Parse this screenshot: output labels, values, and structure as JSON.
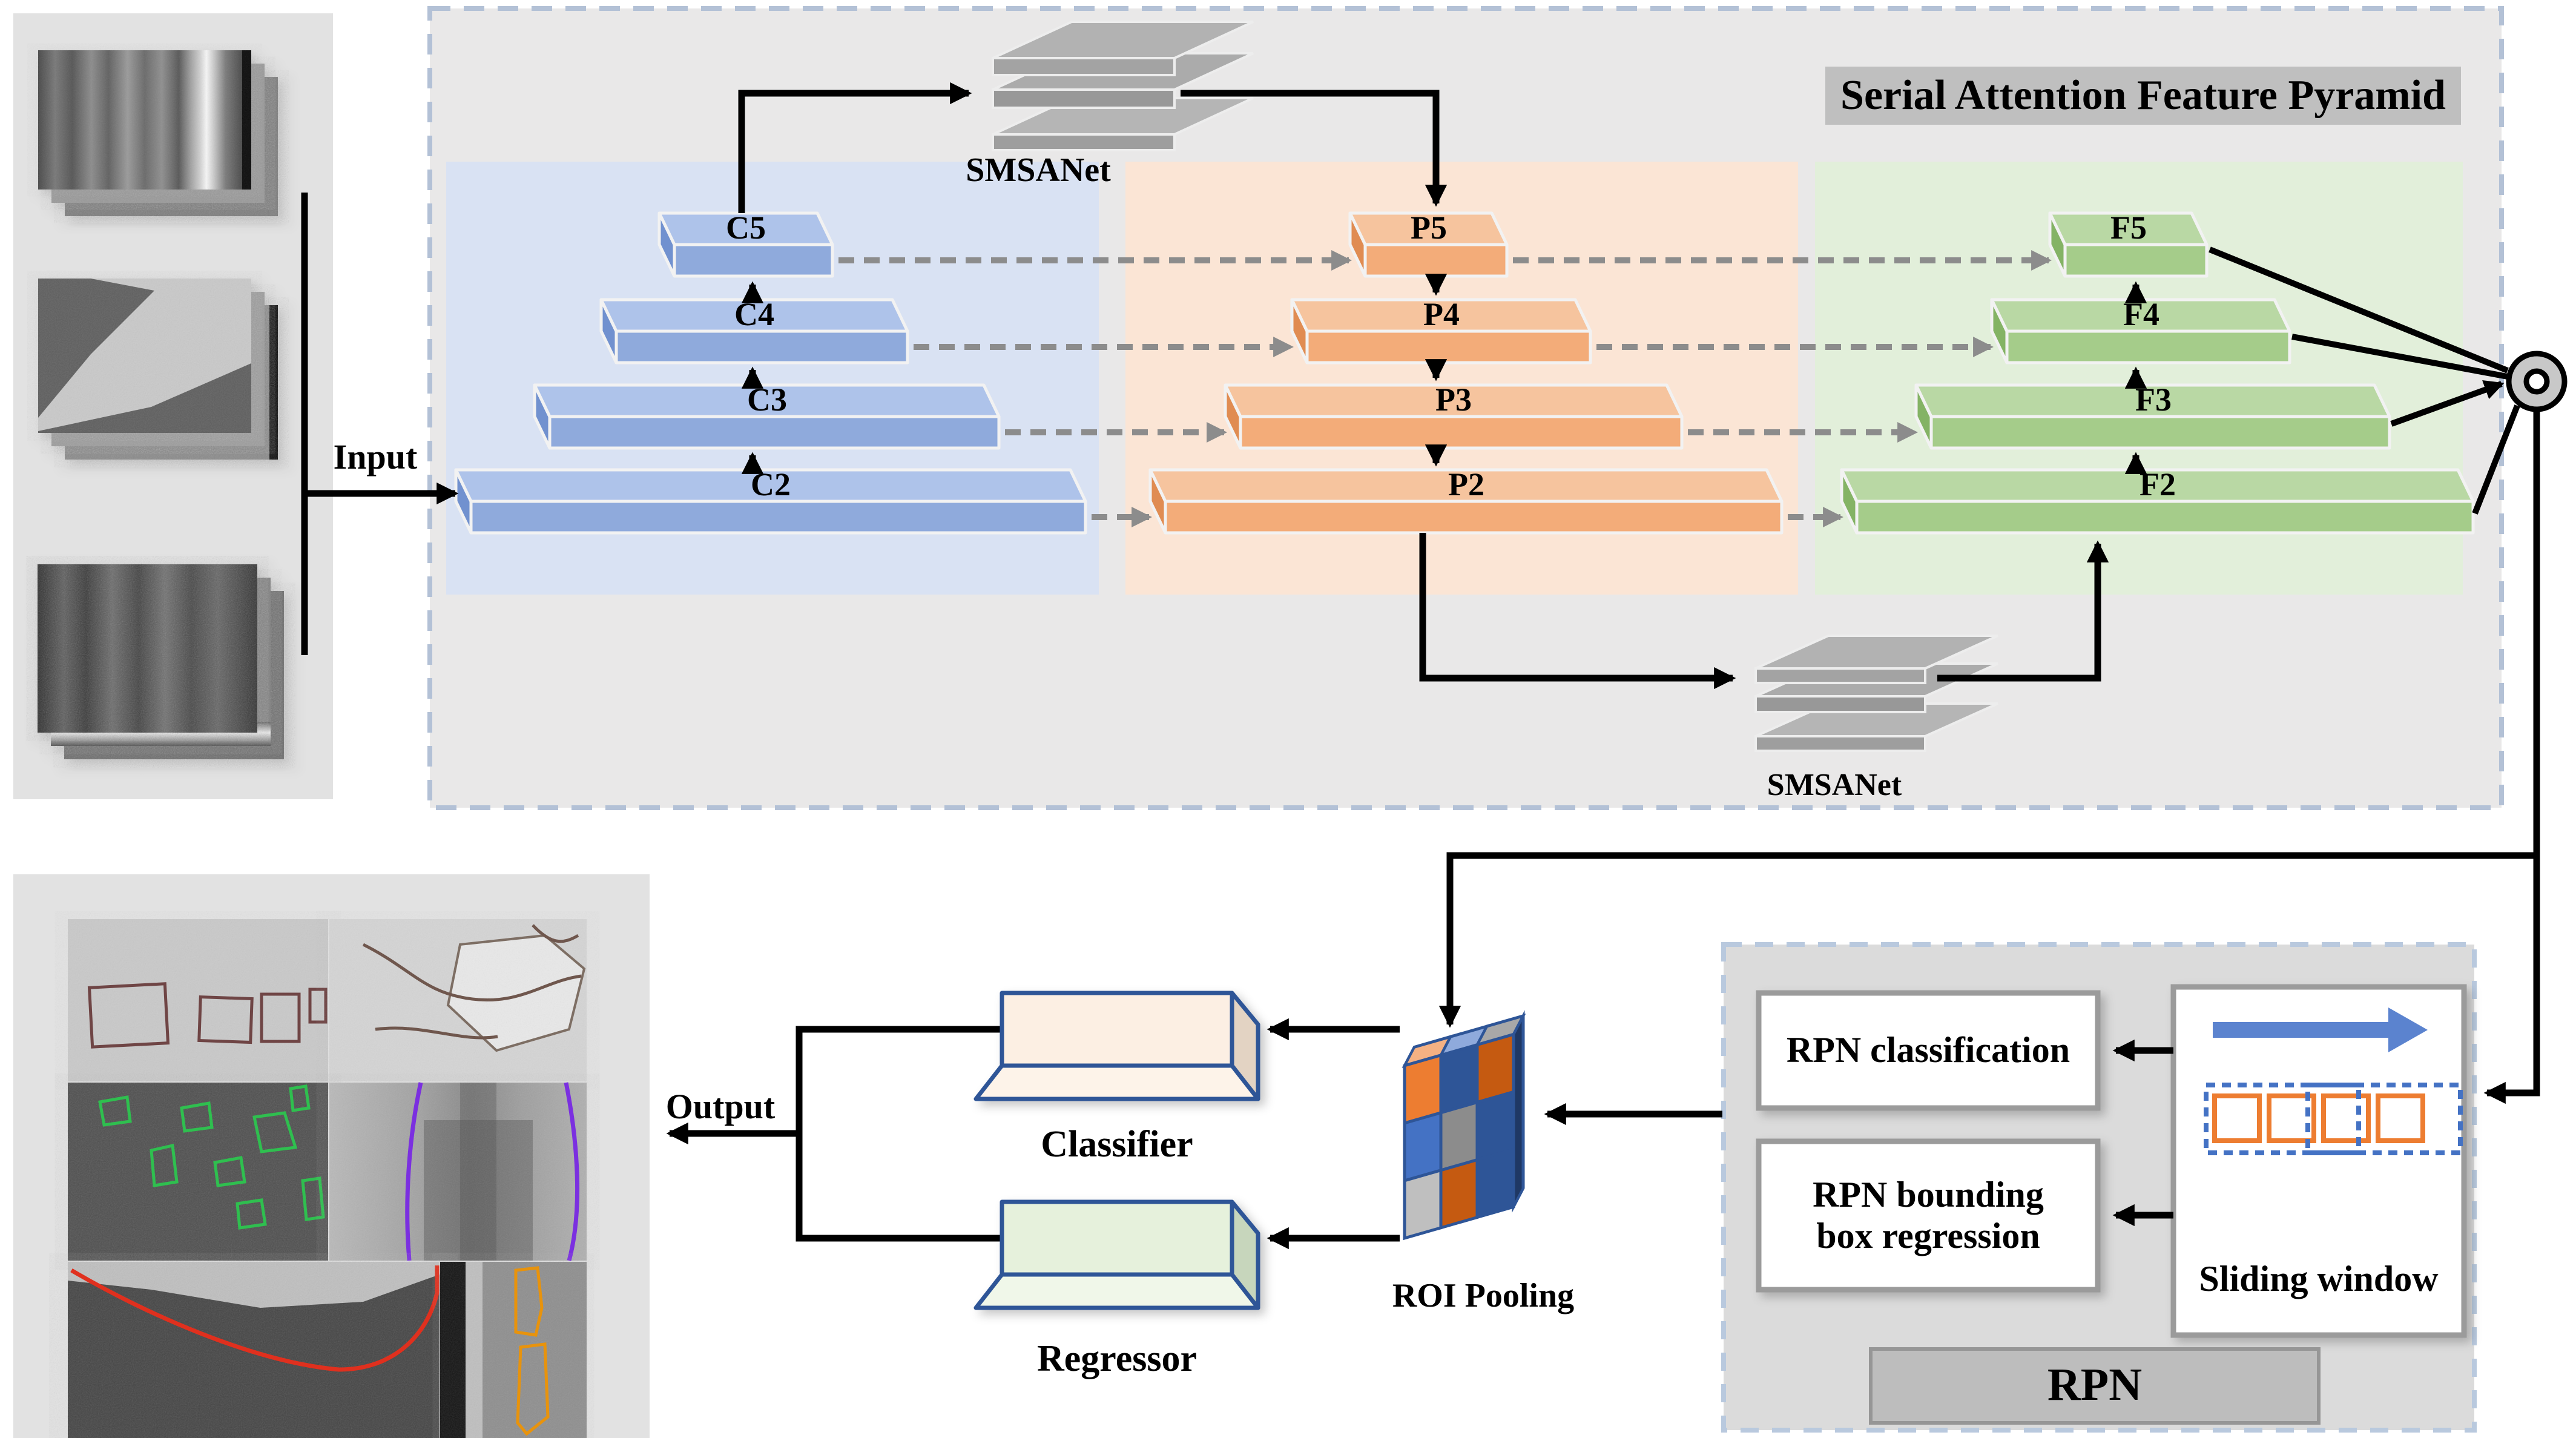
{
  "figure": {
    "title": "Serial Attention Feature Pyramid",
    "input_label": "Input",
    "output_label": "Output",
    "smsanet_top": "SMSANet",
    "smsanet_bottom": "SMSANet",
    "blocks": {
      "backbone": [
        "C2",
        "C3",
        "C4",
        "C5"
      ],
      "pyramid": [
        "P2",
        "P3",
        "P4",
        "P5"
      ],
      "fused": [
        "F2",
        "F3",
        "F4",
        "F5"
      ]
    },
    "roi_pooling_label": "ROI Pooling",
    "classifier_label": "Classifier",
    "regressor_label": "Regressor",
    "rpn": {
      "classification": "RPN classification",
      "bbox_regression": "RPN bounding box regression",
      "sliding_window": "Sliding window",
      "name": "RPN"
    },
    "icons": {
      "concat_node": "concat-circle-icon",
      "smsanet_stack": "stacked-layers-icon",
      "sliding_window_anchors": "anchor-boxes-icon",
      "sliding_direction": "blue-right-arrow-icon"
    },
    "colors": {
      "backbone_front": "#8FAADC",
      "backbone_region": "#D9E2F3",
      "pyramid_front": "#F3AC79",
      "pyramid_region": "#FBE5D5",
      "fused_front": "#A5CC8A",
      "fused_region": "#E2EFDA",
      "accent_blue": "#4472C4",
      "accent_dark_blue": "#2E5597",
      "accent_orange": "#ED7D31",
      "accent_dark_orange": "#C55A11",
      "panel_gray": "#E9E8E8",
      "title_box_gray": "#BFBFBF",
      "rpn_box_gray": "#BDBDBD",
      "dashed_border": "#B3C1D6"
    }
  }
}
